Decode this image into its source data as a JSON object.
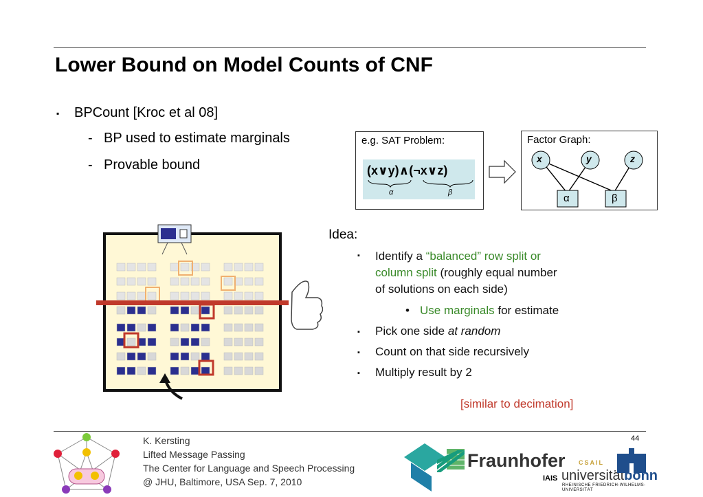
{
  "title": "Lower Bound on Model Counts of CNF",
  "bullet1": {
    "marker": "▪",
    "text": "BPCount [Kroc et al 08]"
  },
  "subbullets": [
    {
      "marker": "-",
      "text": "BP used to estimate marginals"
    },
    {
      "marker": "-",
      "text": "Provable bound"
    }
  ],
  "sat_box": {
    "title": "e.g. SAT Problem:",
    "formula": "(x∨y)∧(¬x∨z)",
    "alpha": "α",
    "beta": "β"
  },
  "factor_graph": {
    "title": "Factor Graph:",
    "vars": [
      "x",
      "y",
      "z"
    ],
    "factors": [
      "α",
      "β"
    ]
  },
  "idea": {
    "heading": "Idea:",
    "item1_pre": "Identify a ",
    "item1_green": "“balanced” row split or column split",
    "item1_post": " (roughly equal number of solutions on each side)",
    "item1_line1a": "Identify a ",
    "item1_line1b": "“balanced” row split or",
    "item1_line2a": "column split",
    "item1_line2b": " (roughly equal number",
    "item1_line3": "of solutions on each side)",
    "sub_green": "Use marginals",
    "sub_rest": " for estimate",
    "item2_a": "Pick one side ",
    "item2_b": "at random",
    "item3": "Count on that side recursively",
    "item4": "Multiply result by 2",
    "note": "[similar to decimation]"
  },
  "footer": {
    "line1": "K. Kersting",
    "line2": "Lifted Message Passing",
    "line3": "The Center for Language and Speech Processing",
    "line4": "@ JHU, Baltimore, USA Sep. 7, 2010",
    "page": "44",
    "fraunhofer": "Fraunhofer",
    "iais": "IAIS",
    "csail": "CSAIL",
    "uni_a": "universität",
    "uni_b": "bonn",
    "uni_sub1": "RHEINISCHE FRIEDRICH-WILHELMS-",
    "uni_sub2": "UNIVERSITÄT"
  },
  "colors": {
    "accent_red": "#c0392b",
    "green": "#3a8a2a",
    "navy": "#2b2f8f",
    "formula_bg": "#cfe8ec",
    "panel_bg": "#fff8d6"
  }
}
